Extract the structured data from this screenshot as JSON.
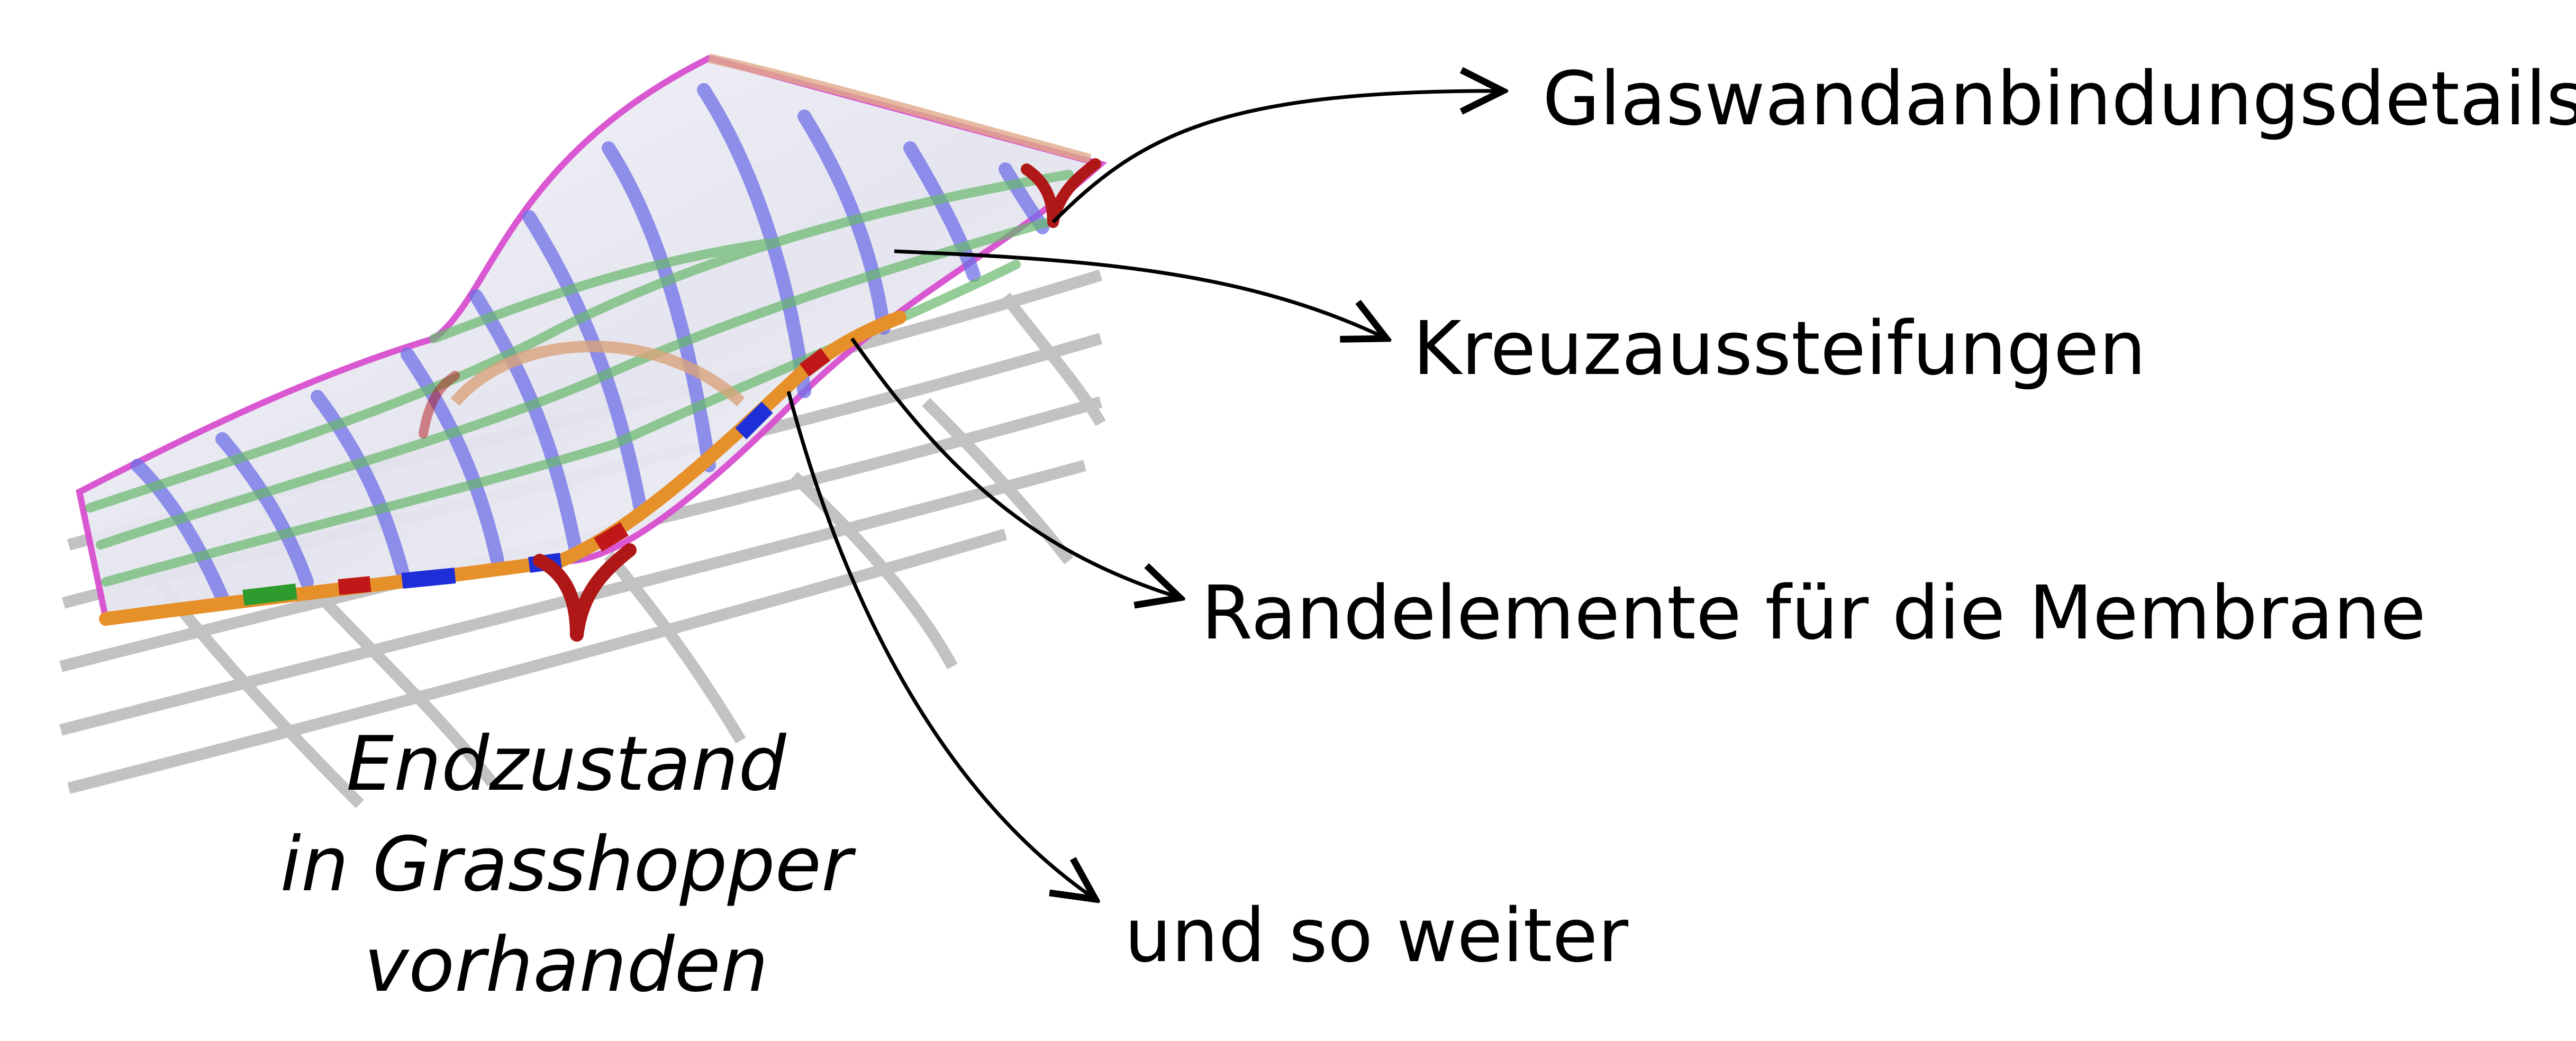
{
  "callouts": [
    {
      "id": "glass",
      "label": "Glaswandanbindungsdetails"
    },
    {
      "id": "bracing",
      "label": "Kreuzaussteifungen"
    },
    {
      "id": "edge",
      "label": "Randelemente für die Membrane"
    },
    {
      "id": "etc",
      "label": "und so weiter"
    }
  ],
  "caption": {
    "line1": "Endzustand",
    "line2": "in Grasshopper",
    "line3": "vorhanden"
  },
  "colors": {
    "membrane_edge": "#d94fd0",
    "rib_primary": "#6f6fe8",
    "rib_secondary": "#68b86c",
    "rib_tertiary": "#d9a27a",
    "support": "#b01818",
    "edge_orange": "#e6902a",
    "edge_blue": "#1f2fd8",
    "ground_grid": "#b4b4b4",
    "arrow": "#000000"
  }
}
